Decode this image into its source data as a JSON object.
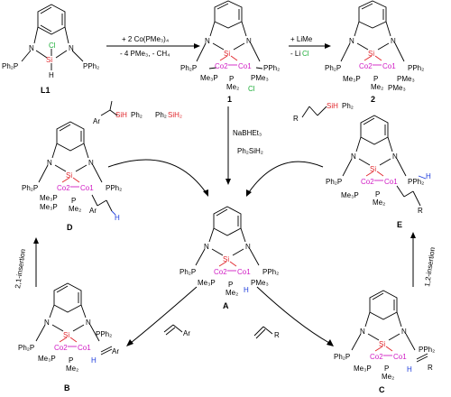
{
  "compounds": {
    "L1": {
      "label": "L1",
      "Cl": "Cl",
      "Si": "Si",
      "H": "H",
      "N1": "N",
      "N2": "N",
      "PL": "Ph₂P",
      "PR": "PPh₂"
    },
    "c1": {
      "label": "1",
      "Si": "Si",
      "Co2": "Co2",
      "Co1": "Co1",
      "Cl": "Cl",
      "N1": "N",
      "N2": "N",
      "PL": "Ph₂P",
      "PR": "PPh₂",
      "PMe3a": "Me₃P",
      "PMe3b": "PMe₃",
      "PMe2": "P",
      "Me2": "Me₂"
    },
    "c2": {
      "label": "2",
      "Si": "Si",
      "Co2": "Co2",
      "Co1": "Co1",
      "N1": "N",
      "N2": "N",
      "PL": "Ph₂P",
      "PR": "PPh₂",
      "PMe3a": "Me₃P",
      "PMe3b": "PMe₃",
      "PMe3c": "PMe₃",
      "PMe2": "P",
      "Me2": "Me₂"
    },
    "A": {
      "label": "A",
      "Si": "Si",
      "Co2": "Co2",
      "Co1": "Co1",
      "H": "H",
      "N1": "N",
      "N2": "N",
      "PL": "Ph₂P",
      "PR": "PPh₂",
      "PMe3a": "Me₃P",
      "PMe3b": "PMe₃",
      "PMe2": "P",
      "Me2": "Me₂"
    },
    "B": {
      "label": "B",
      "Si": "Si",
      "Co2": "Co2",
      "Co1": "Co1",
      "H": "H",
      "Ar": "Ar",
      "N1": "N",
      "N2": "N",
      "PL": "Ph₂P",
      "PR": "PPh₂",
      "PMe3a": "Me₃P",
      "PMe2": "P",
      "Me2": "Me₂"
    },
    "C": {
      "label": "C",
      "Si": "Si",
      "Co2": "Co2",
      "Co1": "Co1",
      "H": "H",
      "R": "R",
      "N1": "N",
      "N2": "N",
      "PL": "Ph₂P",
      "PR": "PPh₂",
      "PMe3a": "Me₃P",
      "PMe2": "P",
      "Me2": "Me₂"
    },
    "D": {
      "label": "D",
      "Si": "Si",
      "Co2": "Co2",
      "Co1": "Co1",
      "H": "H",
      "Ar": "Ar",
      "N1": "N",
      "N2": "N",
      "PL": "Ph₂P",
      "PR": "PPh₂",
      "PMe3a": "Me₃P",
      "PMe3b": "Me₃P",
      "PMe2": "P",
      "Me2": "Me₂"
    },
    "E": {
      "label": "E",
      "Si": "Si",
      "Co2": "Co2",
      "Co1": "Co1",
      "H": "H",
      "R": "R",
      "N1": "N",
      "N2": "N",
      "PL": "Ph₂P",
      "PR": "PPh₂",
      "PMe3a": "Me₃P",
      "PMe2": "P",
      "Me2": "Me₂"
    }
  },
  "reagents": {
    "step1_top": "+ 2 Co(PMe₃)₄",
    "step1_bottom": "- 4 PMe₃, - CH₄",
    "step2_top": "+ LiMe",
    "step2_bottom_a": "- Li",
    "step2_bottom_b": "Cl",
    "nabhet3": "NaBHEt₃",
    "ph2sih2_center": "Ph₂SiH₂",
    "ph2sih2_left_a": "Ph₂",
    "ph2sih2_left_b": "SiH₂",
    "ph2sih2_left_full": "Ph₂SiH₂",
    "ar_styrene": "Ar",
    "r_alkene": "R",
    "product_left_ar": "Ar",
    "product_left_si": "SiH",
    "product_left_ph": "Ph₂",
    "product_right_r": "R",
    "product_right_si": "SiH",
    "product_right_ph": "Ph₂",
    "insertion_21": "2,1-insertion",
    "insertion_12": "1,2-insertion"
  }
}
